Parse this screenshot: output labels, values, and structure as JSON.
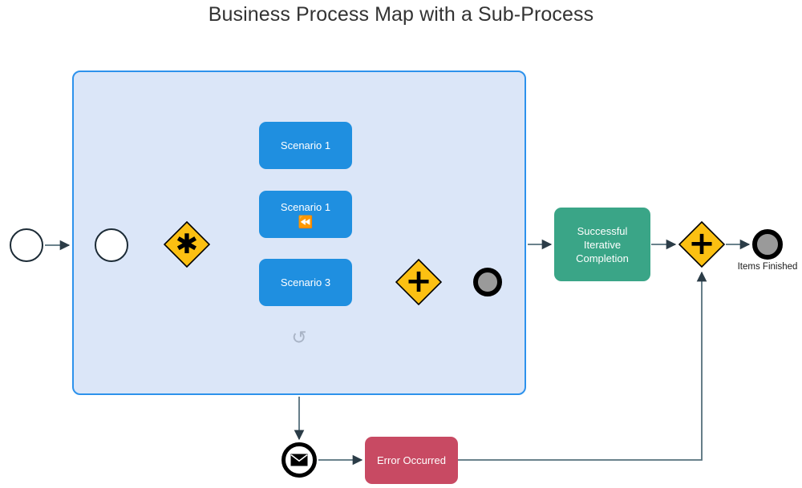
{
  "title": "Business Process Map with a Sub-Process",
  "colors": {
    "task_blue": "#1f8fe0",
    "task_green": "#3aa587",
    "task_red": "#c84a63",
    "gateway_yellow": "#fcc012",
    "subprocess_fill": "#dbe6f8",
    "subprocess_border": "#2d92ec",
    "connector": "#4a6470",
    "event_border": "#1c2b36",
    "end_event_fill": "#9a9a9a",
    "loop_marker": "#a9b4c6"
  },
  "events": {
    "start_outer": {
      "name": "start-event",
      "label": ""
    },
    "start_inner": {
      "name": "sub-process-start-event",
      "label": ""
    },
    "sub_end": {
      "name": "sub-process-end-event",
      "label": ""
    },
    "final_end": {
      "name": "end-event",
      "label": "Items Finished"
    },
    "message": {
      "name": "message-intermediate-event",
      "icon": "envelope-icon",
      "label": ""
    }
  },
  "subprocess": {
    "name": "sub-process-container",
    "marker_icon": "loop-marker-icon",
    "marker_glyph": "↺"
  },
  "gateways": {
    "complex": {
      "label": "",
      "icon": "asterisk-icon",
      "glyph": "✱"
    },
    "join": {
      "label": "",
      "icon": "plus-icon",
      "glyph": "+"
    },
    "merge": {
      "label": "",
      "icon": "plus-icon",
      "glyph": "+"
    }
  },
  "tasks": [
    {
      "id": "scenario-1",
      "label": "Scenario 1",
      "color": "blue",
      "marker": ""
    },
    {
      "id": "scenario-1-loop",
      "label": "Scenario 1",
      "color": "blue",
      "marker": "⏪",
      "marker_icon": "rewind-marker-icon"
    },
    {
      "id": "scenario-3",
      "label": "Scenario 3",
      "color": "blue",
      "marker": ""
    },
    {
      "id": "successful-iterative-completion",
      "label": "Successful Iterative Completion",
      "color": "green",
      "marker": ""
    },
    {
      "id": "error-occurred",
      "label": "Error Occurred",
      "color": "red",
      "marker": ""
    }
  ]
}
